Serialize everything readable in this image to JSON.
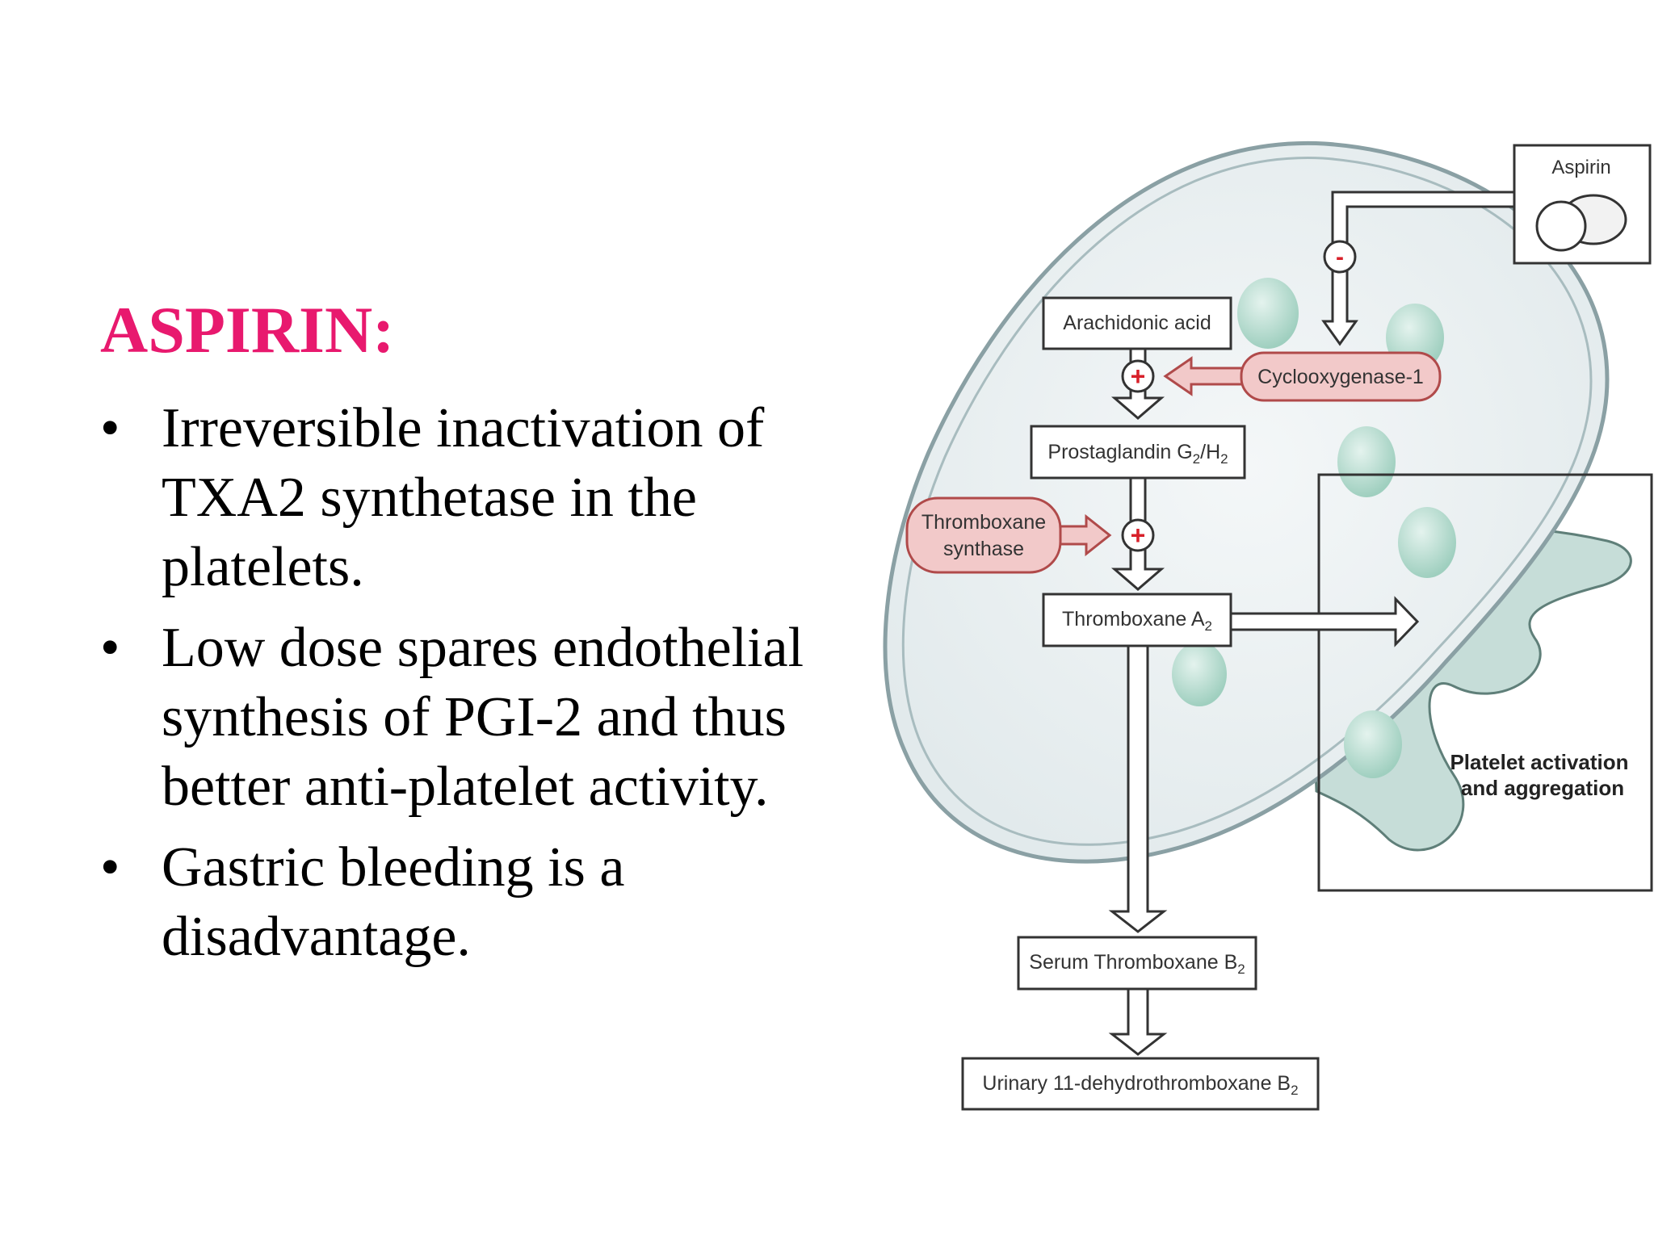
{
  "slide": {
    "title": "ASPIRIN:",
    "bullets": [
      "Irreversible inactivation of TXA2 synthetase in the platelets.",
      "Low dose spares endothelial synthesis of PGI-2 and thus better anti-platelet activity.",
      "Gastric bleeding is a disadvantage."
    ],
    "bullet_symbol": "•"
  },
  "diagram": {
    "aspirin_label": "Aspirin",
    "inhibit_sign": "-",
    "arachidonic_acid": "Arachidonic acid",
    "cox1": "Cyclooxygenase-1",
    "plus_sign": "+",
    "pgg_main": "Prostaglandin G",
    "pgg_sub1": "2",
    "pgg_sep": "/H",
    "pgg_sub2": "2",
    "tx_synthase_line1": "Thromboxane",
    "tx_synthase_line2": "synthase",
    "txa2_main": "Thromboxane A",
    "txa2_sub": "2",
    "platelet_line1": "Platelet activation",
    "platelet_line2": "and aggregation",
    "serum_main": "Serum Thromboxane B",
    "serum_sub": "2",
    "urinary_main": "Urinary 11-dehydrothromboxane B",
    "urinary_sub": "2"
  },
  "colors": {
    "title": "#e8196e",
    "enzyme_fill": "#f2c9c9",
    "enzyme_stroke": "#b04a4a",
    "plus_sign": "#d8202a",
    "cell_fill": "#eef3f4",
    "granule": "#bfe0d6"
  }
}
